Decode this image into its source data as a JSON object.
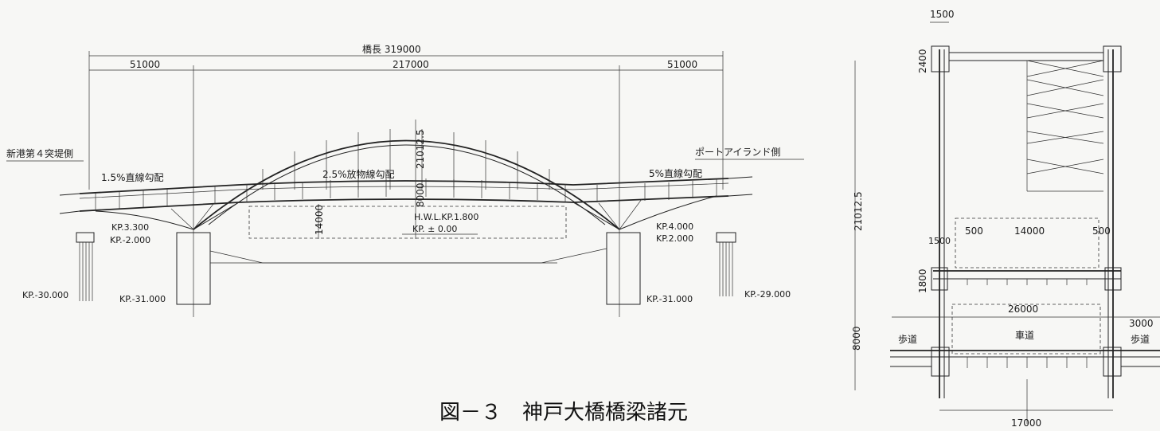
{
  "elevation": {
    "total_length": "橋長 319000",
    "span_left": "51000",
    "span_center": "217000",
    "span_right": "51000",
    "arch_rise": "21012.5",
    "girder_depth": "8000",
    "clearance": "14000",
    "left_side": "新港第４突堤側",
    "right_side": "ポートアイランド側",
    "grade_left": "1.5%直線勾配",
    "grade_center": "2.5%放物線勾配",
    "grade_right": "5%直線勾配",
    "hwl": "H.W.L.KP.1.800",
    "kp_zero": "KP. ± 0.00",
    "kp_left_top": "KP.3.300",
    "kp_left_bottom": "KP.-2.000",
    "kp_right_top": "KP.4.000",
    "kp_right_bottom": "KP.2.000",
    "kp_pile_left": "KP.-30.000",
    "kp_pier_left": "KP.-31.000",
    "kp_pier_right": "KP.-31.000",
    "kp_pile_right": "KP.-29.000"
  },
  "section": {
    "top_width": "1500",
    "top_depth": "2400",
    "height": "21012.5",
    "deck_inner": "14000",
    "edge_left": "500",
    "edge_right": "500",
    "bracket": "1500",
    "upper_depth": "1800",
    "lower_width": "26000",
    "lower_depth": "8000",
    "sidewalk_width": "3000",
    "sidewalk_left": "歩道",
    "roadway": "車道",
    "sidewalk_right": "歩道",
    "bottom_width": "17000"
  },
  "caption": "図－３　神戸大橋橋梁諸元"
}
